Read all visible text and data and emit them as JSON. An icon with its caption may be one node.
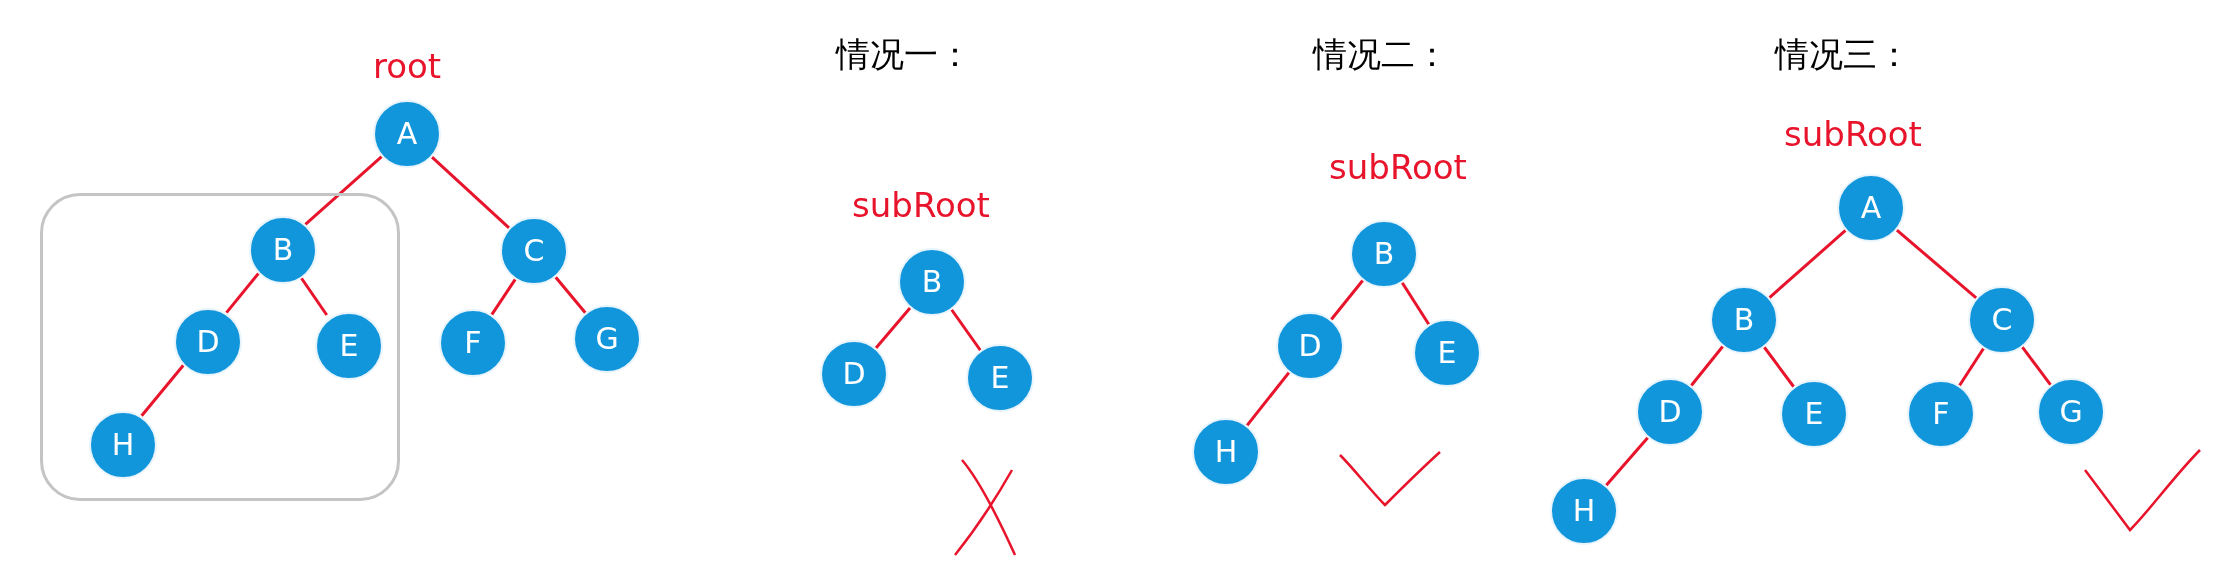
{
  "diagram": {
    "nodes": [
      {
        "text": [
          "A"
        ],
        "beside": [
          "root"
        ]
      },
      {
        "text": [],
        "shape": "box"
      },
      {
        "text": [
          "B"
        ],
        "in": 1
      },
      {
        "text": [
          "C"
        ]
      },
      {
        "text": [
          "D"
        ],
        "in": 1
      },
      {
        "text": [
          "E"
        ],
        "in": 1
      },
      {
        "text": [
          "F"
        ]
      },
      {
        "text": [
          "G"
        ]
      },
      {
        "text": [
          "H"
        ],
        "in": 1
      },
      {
        "text": [
          "B"
        ],
        "beside": [
          "subRoot"
        ]
      },
      {
        "text": [
          "D"
        ]
      },
      {
        "text": [
          "E"
        ]
      },
      {
        "text": [
          "B"
        ],
        "beside": [
          "subRoot"
        ]
      },
      {
        "text": [
          "D"
        ]
      },
      {
        "text": [
          "E"
        ]
      },
      {
        "text": [
          "H"
        ]
      },
      {
        "text": [
          "A"
        ],
        "beside": [
          "subRoot"
        ]
      },
      {
        "text": [
          "B"
        ]
      },
      {
        "text": [
          "C"
        ]
      },
      {
        "text": [
          "D"
        ]
      },
      {
        "text": [
          "E"
        ]
      },
      {
        "text": [
          "F"
        ]
      },
      {
        "text": [
          "G"
        ]
      },
      {
        "text": [
          "H"
        ]
      }
    ],
    "edges": [
      {
        "from": 0,
        "to": 2,
        "arrow": "none"
      },
      {
        "from": 0,
        "to": 3,
        "arrow": "none"
      },
      {
        "from": 2,
        "to": 4,
        "arrow": "none"
      },
      {
        "from": 2,
        "to": 5,
        "arrow": "none"
      },
      {
        "from": 4,
        "to": 8,
        "arrow": "none"
      },
      {
        "from": 3,
        "to": 6,
        "arrow": "none"
      },
      {
        "from": 3,
        "to": 7,
        "arrow": "none"
      },
      {
        "from": 9,
        "to": 10,
        "arrow": "none"
      },
      {
        "from": 9,
        "to": 11,
        "arrow": "none"
      },
      {
        "from": 12,
        "to": 13,
        "arrow": "none"
      },
      {
        "from": 12,
        "to": 14,
        "arrow": "none"
      },
      {
        "from": 13,
        "to": 15,
        "arrow": "none"
      },
      {
        "from": 16,
        "to": 17,
        "arrow": "none"
      },
      {
        "from": 16,
        "to": 18,
        "arrow": "none"
      },
      {
        "from": 17,
        "to": 19,
        "arrow": "none"
      },
      {
        "from": 17,
        "to": 20,
        "arrow": "none"
      },
      {
        "from": 19,
        "to": 23,
        "arrow": "none"
      },
      {
        "from": 18,
        "to": 21,
        "arrow": "none"
      },
      {
        "from": 18,
        "to": 22,
        "arrow": "none"
      }
    ],
    "labels": [
      "情况一：",
      "情况二：",
      "情况三："
    ]
  }
}
